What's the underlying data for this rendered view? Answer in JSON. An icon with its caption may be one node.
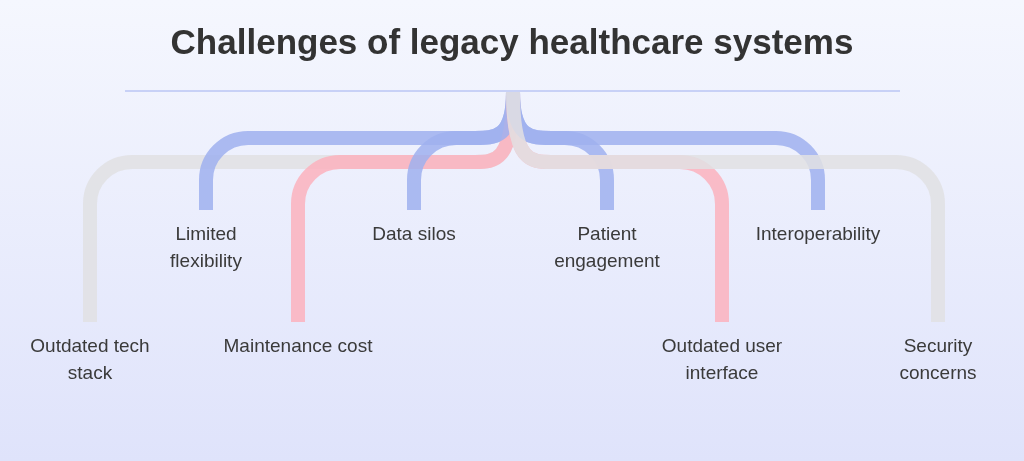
{
  "diagram": {
    "title": "Challenges of legacy healthcare systems",
    "nodes": [
      {
        "text": [
          "Outdated tech stack"
        ]
      },
      {
        "text": [
          "Limited flexibility"
        ]
      },
      {
        "text": [
          "Maintenance cost"
        ]
      },
      {
        "text": [
          "Data silos"
        ]
      },
      {
        "text": [
          "Patient engagement"
        ]
      },
      {
        "text": [
          "Outdated user interface"
        ]
      },
      {
        "text": [
          "Interoperability"
        ]
      },
      {
        "text": [
          "Security concerns"
        ]
      }
    ],
    "edges": [
      {
        "from": null,
        "to": 0,
        "arrow": "none",
        "color": "#e0e0e3"
      },
      {
        "from": null,
        "to": 1,
        "arrow": "none"
      },
      {
        "from": null,
        "to": 2,
        "arrow": "none",
        "color": "#fbb1bd"
      },
      {
        "from": null,
        "to": 3,
        "arrow": "none"
      },
      {
        "from": null,
        "to": 4,
        "arrow": "none"
      },
      {
        "from": null,
        "to": 5,
        "arrow": "none",
        "color": "#fbb1bd"
      },
      {
        "from": null,
        "to": 6,
        "arrow": "none"
      },
      {
        "from": null,
        "to": 7,
        "arrow": "none",
        "color": "#e0e0e3"
      }
    ]
  }
}
